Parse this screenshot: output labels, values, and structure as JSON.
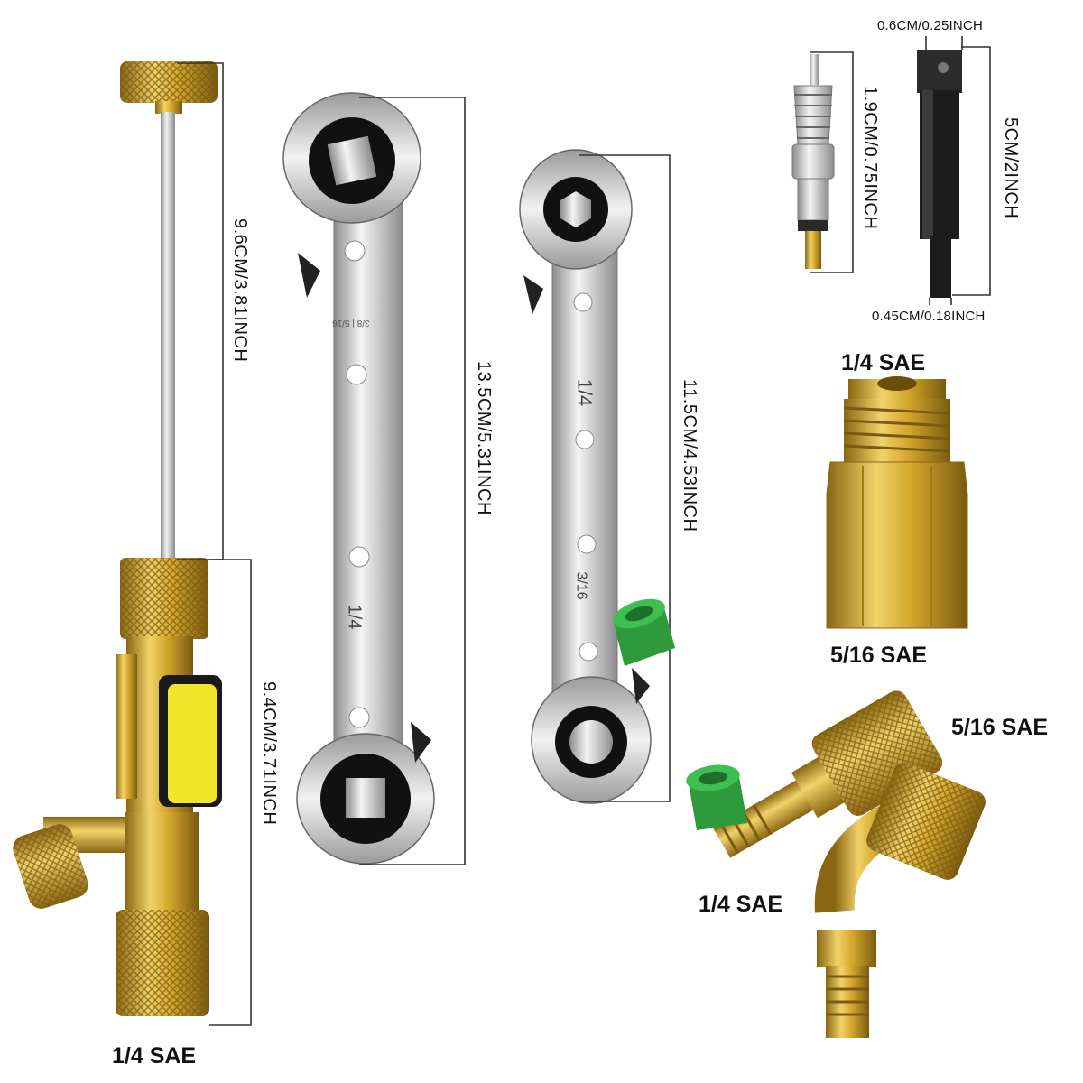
{
  "labels": {
    "tool_bottom": "1/4 SAE",
    "adapter_top": "1/4 SAE",
    "adapter_bottom": "5/16 SAE",
    "coupler": "5/16 SAE",
    "seals": "1/4 SAE"
  },
  "dimensions": {
    "rod_length": "9.6CM/3.81INCH",
    "valve_length": "9.4CM/3.71INCH",
    "wrench_large": "13.5CM/5.31INCH",
    "wrench_small": "11.5CM/4.53INCH",
    "core_length": "1.9CM/0.75INCH",
    "bit_length": "5CM/2INCH",
    "bit_top_width": "0.6CM/0.25INCH",
    "bit_bottom_width": "0.45CM/0.18INCH"
  },
  "wrench_markings": {
    "large_top": "3/8 | 5/16",
    "large_bottom": "1/4",
    "small_top": "1/4",
    "small_bottom": "3/16"
  },
  "colors": {
    "brass": "#d4a72c",
    "steel": "#c8c8c8",
    "handle_yellow": "#f2e62b",
    "seal_green": "#3aa845",
    "bit_black": "#1c1c1c"
  }
}
